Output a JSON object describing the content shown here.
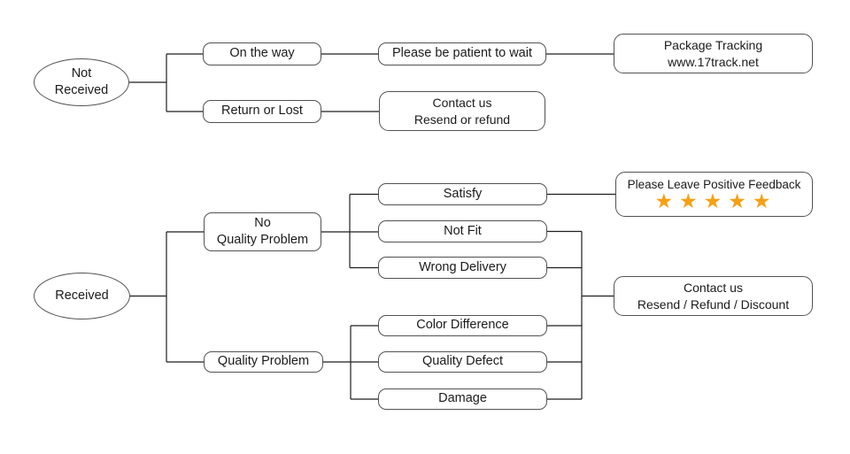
{
  "diagram": {
    "background_color": "#ffffff",
    "line_color": "#1f1f1f",
    "box_border_color": "#525252",
    "star_color": "#f6a014",
    "nodes": {
      "not_received": "Not\nReceived",
      "received": "Received",
      "on_the_way": "On the way",
      "return_or_lost": "Return or Lost",
      "please_be_patient": "Please be patient to wait",
      "package_tracking": "Package Tracking\nwww.17track.net",
      "contact_resend_refund": "Contact us\nResend or refund",
      "no_quality_problem": "No\nQuality Problem",
      "quality_problem": "Quality Problem",
      "satisfy": "Satisfy",
      "not_fit": "Not Fit",
      "wrong_delivery": "Wrong Delivery",
      "color_difference": "Color Difference",
      "quality_defect": "Quality Defect",
      "damage": "Damage",
      "positive_feedback": "Please Leave Positive Feedback",
      "stars": "★★★★★",
      "star_count": 5,
      "contact_resend_refund_discount": "Contact us\nResend / Refund / Discount"
    }
  }
}
